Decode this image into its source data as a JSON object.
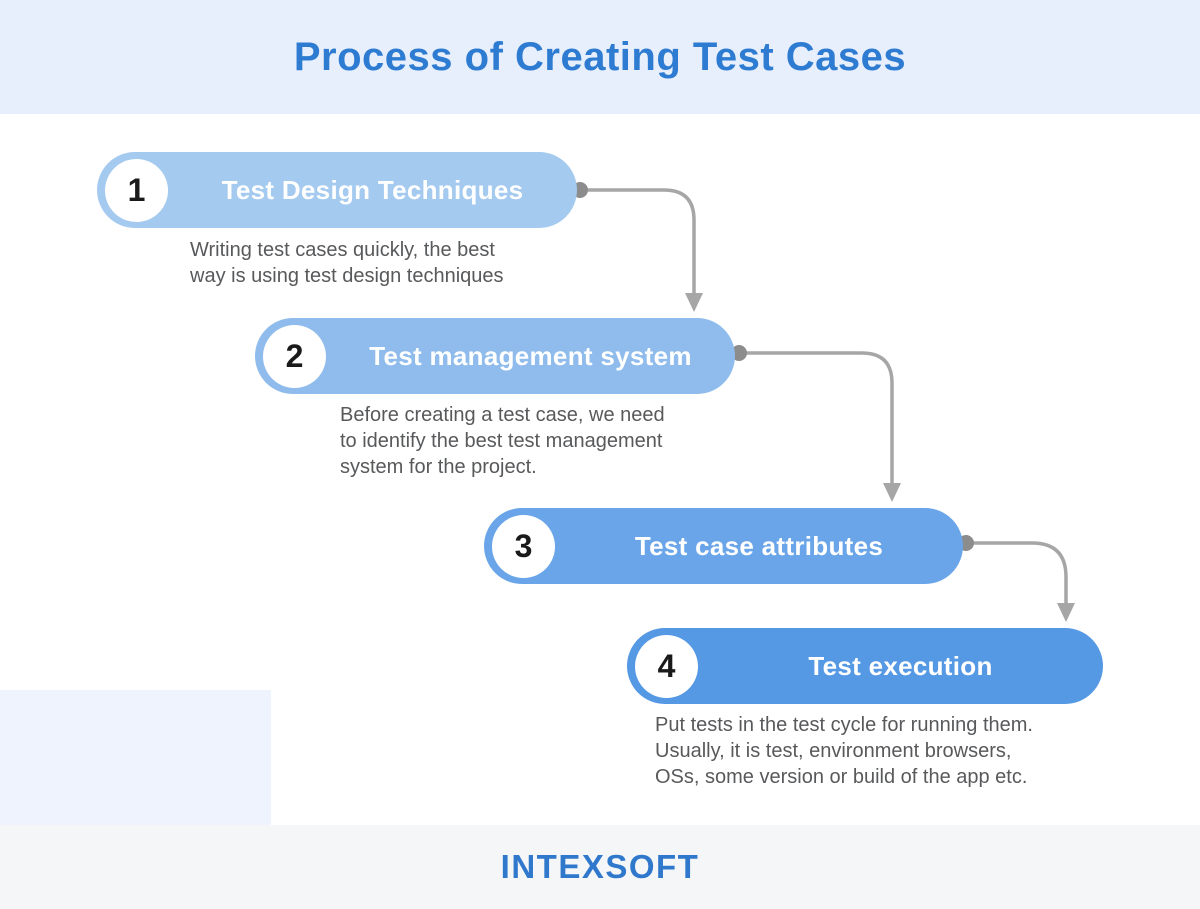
{
  "palette": {
    "canvas-bg": "#FFFFFF",
    "header-bg": "#E8EFFC",
    "title-color": "#2E7CD2",
    "accent-rect-bg": "#EFF3FD",
    "footer-bg": "#F5F6F7",
    "logo-color": "#2F78CC",
    "step1-color": "#A5CAEF",
    "step2-color": "#8FBCEC",
    "step3-color": "#69A5E8",
    "step4-color": "#5598E4",
    "pill-label-color": "#FFFFFF",
    "step-number-color": "#1A1A1A",
    "description-color": "#58595B",
    "connector-color": "#A6A6A6",
    "connector-dot-color": "#8C8C8C"
  },
  "header": {
    "title": "Process of Creating Test Cases"
  },
  "steps": [
    {
      "number": "1",
      "label": "Test Design Techniques",
      "description": "Writing test cases quickly, the best\nway is using test design techniques"
    },
    {
      "number": "2",
      "label": "Test management system",
      "description": "Before creating a test case, we need\nto identify the best test management\nsystem for the project."
    },
    {
      "number": "3",
      "label": "Test case attributes",
      "description": ""
    },
    {
      "number": "4",
      "label": "Test execution",
      "description": "Put tests in the test cycle for running them.\nUsually, it is test, environment browsers,\nOSs, some version or build of the app etc."
    }
  ],
  "footer": {
    "brand": "INTEXSOFT"
  }
}
